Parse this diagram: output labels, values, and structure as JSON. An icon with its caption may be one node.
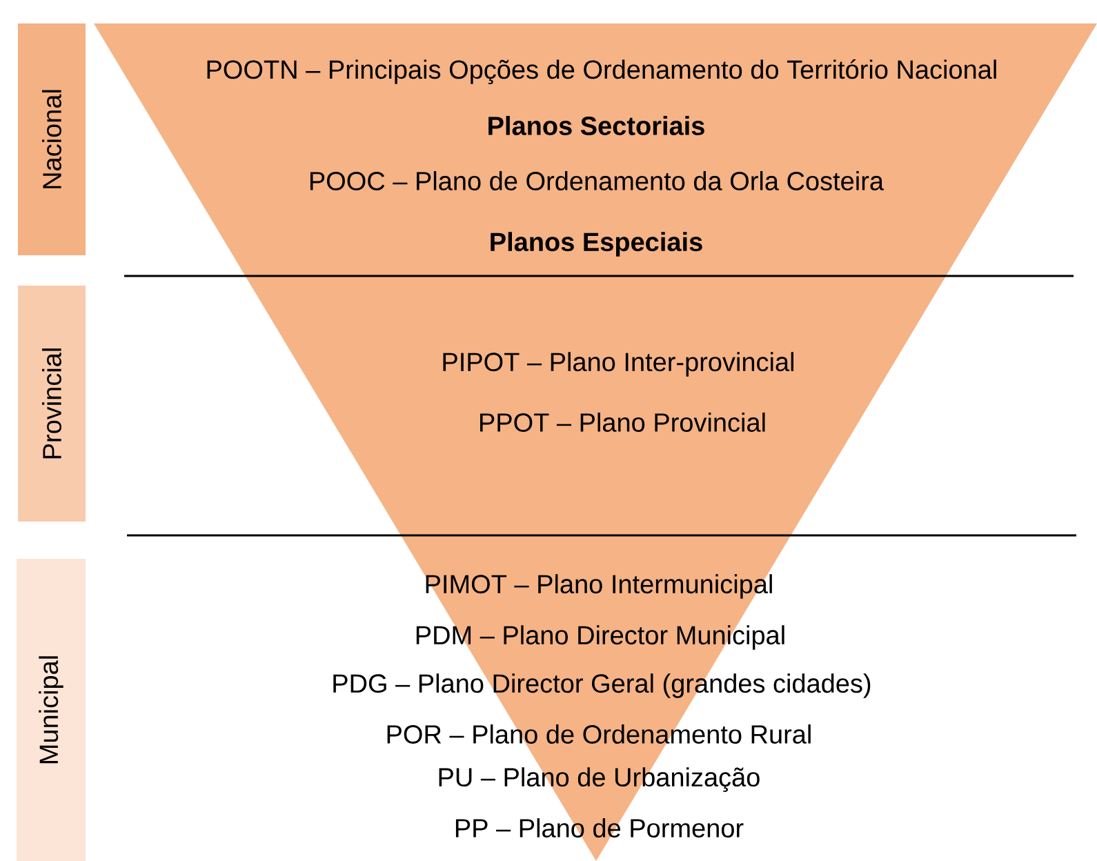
{
  "diagram": {
    "nodes": [
      {
        "text": [
          "Nacional"
        ]
      },
      {
        "text": [
          "Provincial"
        ]
      },
      {
        "text": [
          "Municipal"
        ]
      }
    ],
    "labels": [
      "POOTN – Principais Opções de Ordenamento do Território Nacional",
      "Planos Sectoriais",
      "POOC – Plano de Ordenamento da Orla Costeira",
      "Planos Especiais",
      "PIPOT – Plano Inter-provincial",
      "PPOT – Plano Provincial",
      "PIMOT – Plano Intermunicipal",
      "PDM – Plano Director Municipal",
      "PDG – Plano Director Geral (grandes cidades)",
      "POR – Plano de Ordenamento Rural",
      "PU – Plano de Urbanização",
      "PP – Plano de Pormenor"
    ]
  }
}
